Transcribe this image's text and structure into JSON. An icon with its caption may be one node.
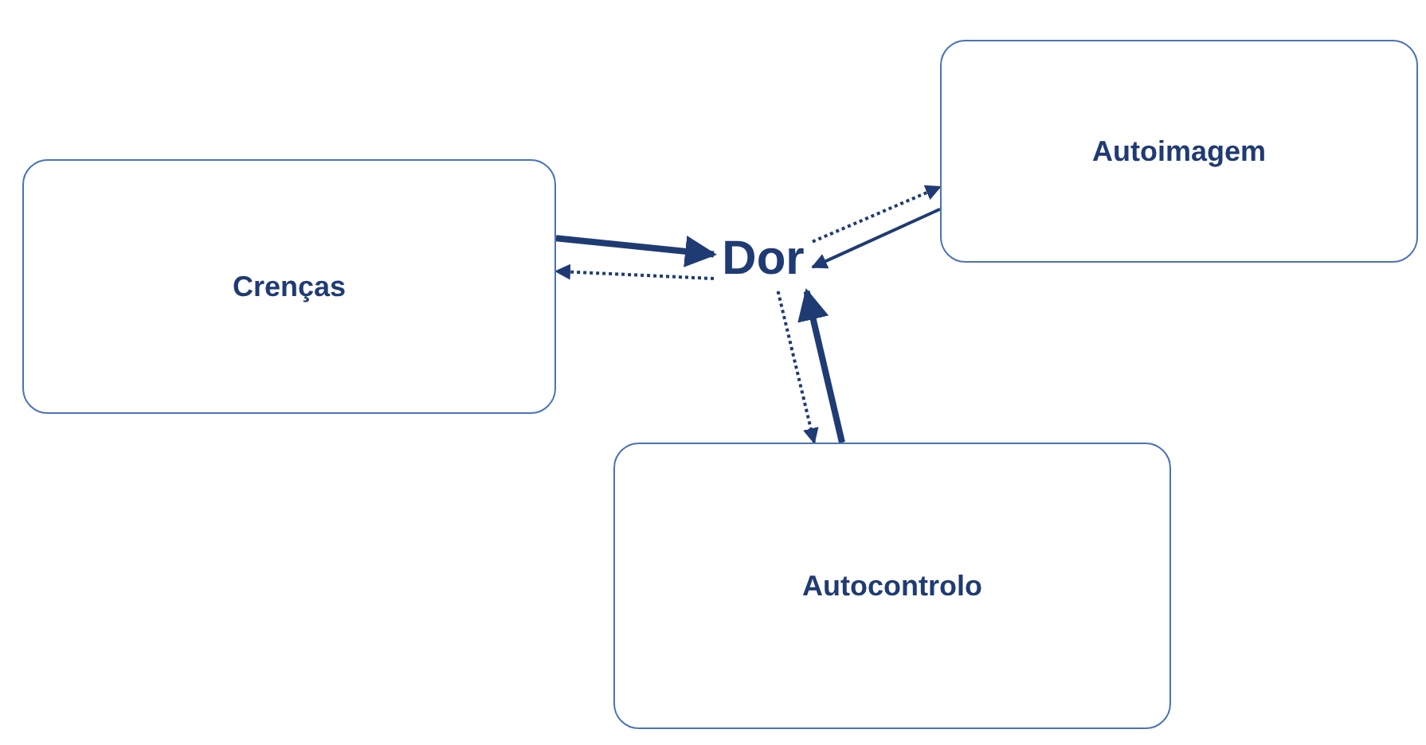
{
  "diagram": {
    "nodes": [
      {
        "text": [
          "Crenças"
        ]
      },
      {
        "text": [
          "Dor"
        ]
      },
      {
        "text": [
          "Autoimagem"
        ]
      },
      {
        "text": [
          "Autocontrolo"
        ]
      }
    ],
    "edges": [
      {
        "from": 0,
        "to": 1,
        "arrow": "to",
        "style": "thick"
      },
      {
        "from": 1,
        "to": 0,
        "arrow": "to",
        "style": "dashed"
      },
      {
        "from": 1,
        "to": 2,
        "arrow": "to",
        "style": "dashed"
      },
      {
        "from": 2,
        "to": 1,
        "arrow": "to"
      },
      {
        "from": 1,
        "to": 3,
        "arrow": "to",
        "style": "dashed"
      },
      {
        "from": 3,
        "to": 1,
        "arrow": "to",
        "style": "thick"
      }
    ]
  }
}
